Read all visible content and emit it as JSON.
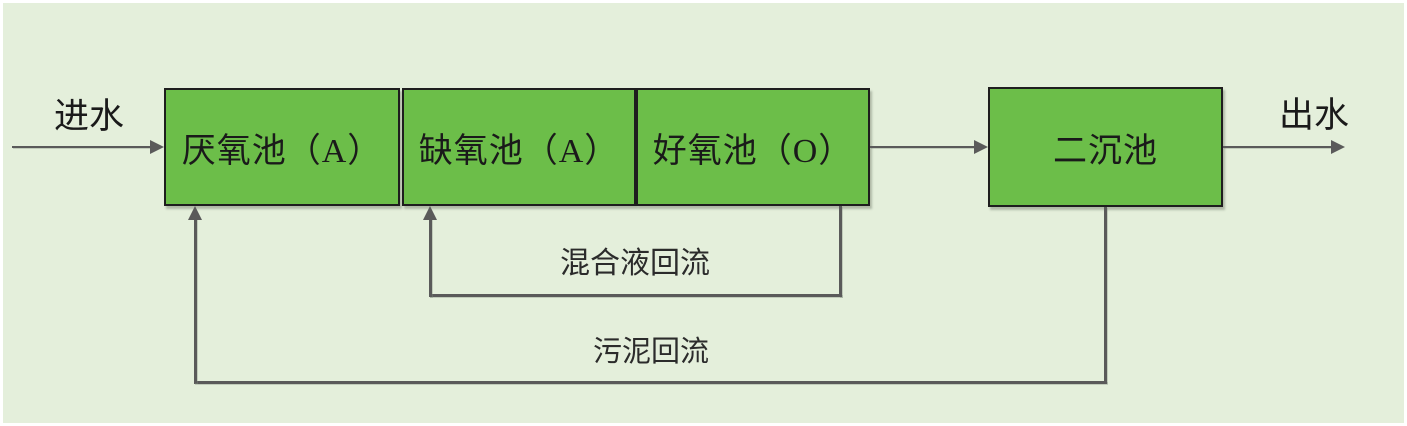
{
  "diagram": {
    "colors": {
      "background": "#e4efdb",
      "box-fill": "#6cbe49",
      "box-border": "#1e1e1e",
      "line": "#5a5a5a",
      "text": "#1a1a1a"
    },
    "inlet_label": "进水",
    "outlet_label": "出水",
    "tanks": [
      {
        "label": "厌氧池（A）"
      },
      {
        "label": "缺氧池（A）"
      },
      {
        "label": "好氧池（O）"
      },
      {
        "label": "二沉池"
      }
    ],
    "recycles": {
      "mixed_liquor": "混合液回流",
      "sludge": "污泥回流"
    }
  }
}
